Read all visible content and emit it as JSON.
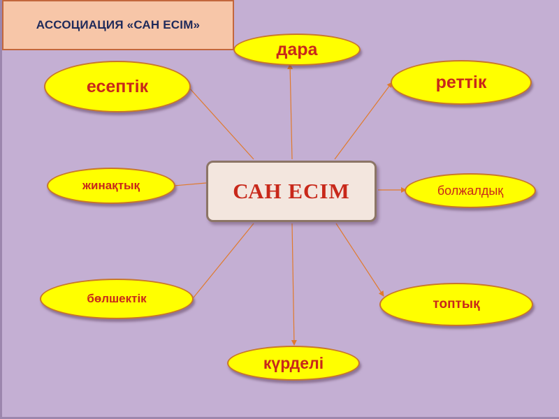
{
  "title": "АССОЦИАЦИЯ «САН ЕСІМ»",
  "center": {
    "label": "САН ЕСІМ"
  },
  "nodes": [
    {
      "id": "dara",
      "label": "дара"
    },
    {
      "id": "esepti",
      "label": "есептік"
    },
    {
      "id": "rettik",
      "label": "реттік"
    },
    {
      "id": "zhinaktyk",
      "label": "жинақтық"
    },
    {
      "id": "bolzhaldyk",
      "label": "болжалдық"
    },
    {
      "id": "bolshektik",
      "label": "бөлшектік"
    },
    {
      "id": "toptyk",
      "label": "топтық"
    },
    {
      "id": "kurdeli",
      "label": "күрделі"
    }
  ],
  "colors": {
    "background": "#c4afd3",
    "node_fill": "#ffff00",
    "node_text": "#c8281a",
    "connector": "#e07a2c",
    "title_fill": "#f7c6a8",
    "title_text": "#1f2a5a"
  }
}
